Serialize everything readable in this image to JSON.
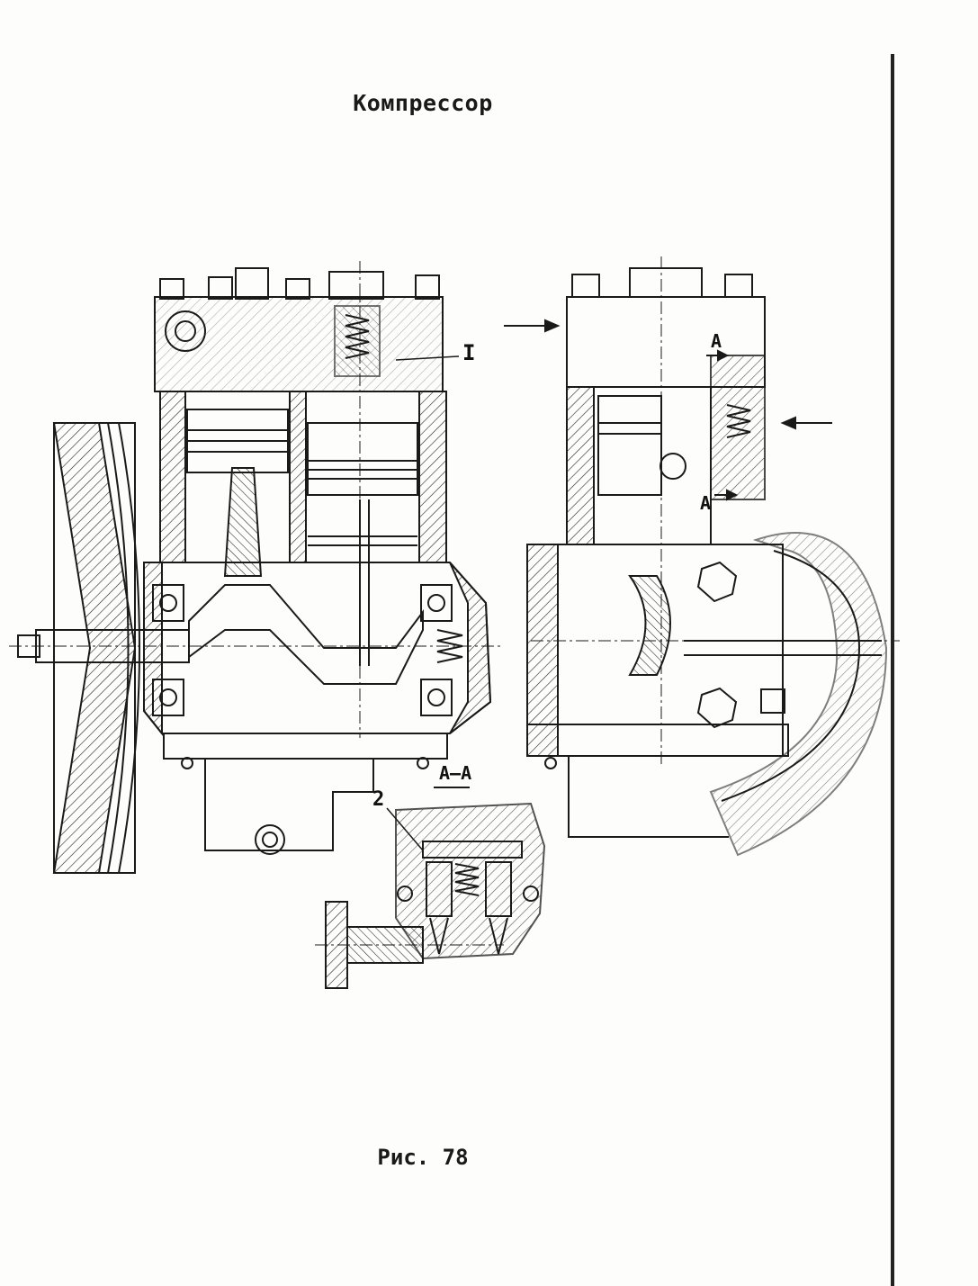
{
  "document": {
    "title": "Компрессор",
    "caption": "Рис. 78"
  },
  "callouts": {
    "detail_one": "I",
    "section_a_top": "А",
    "section_a_bottom": "А",
    "section_view": "А–А",
    "part_two": "2"
  },
  "colors": {
    "ink": "#1a1a1a",
    "paper": "#fdfdfb"
  }
}
